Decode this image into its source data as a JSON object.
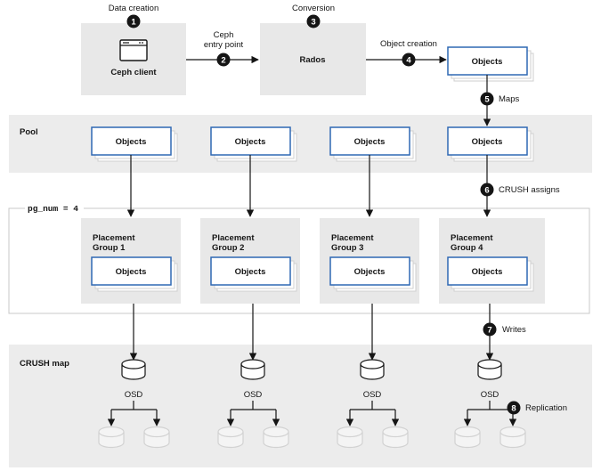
{
  "steps": [
    {
      "num": "1",
      "label": "Data creation"
    },
    {
      "num": "2",
      "label_line1": "Ceph",
      "label_line2": "entry point"
    },
    {
      "num": "3",
      "label": "Conversion"
    },
    {
      "num": "4",
      "label": "Object creation"
    },
    {
      "num": "5",
      "label": "Maps"
    },
    {
      "num": "6",
      "label": "CRUSH assigns"
    },
    {
      "num": "7",
      "label": "Writes"
    },
    {
      "num": "8",
      "label": "Replication"
    }
  ],
  "client": {
    "label": "Ceph client"
  },
  "rados": {
    "label": "Rados"
  },
  "objects_label": "Objects",
  "pool": {
    "label": "Pool"
  },
  "pg_num": {
    "label": "pg_num = 4"
  },
  "placement_groups": [
    {
      "line1": "Placement",
      "line2": "Group 1"
    },
    {
      "line1": "Placement",
      "line2": "Group 2"
    },
    {
      "line1": "Placement",
      "line2": "Group 3"
    },
    {
      "line1": "Placement",
      "line2": "Group 4"
    }
  ],
  "crush_map": {
    "label": "CRUSH map"
  },
  "osd_label": "OSD",
  "colors": {
    "panel": "#e8e8e8",
    "pool_band": "#ececec",
    "object_border": "#2f68b4",
    "badge": "#151515",
    "line": "#151515"
  }
}
